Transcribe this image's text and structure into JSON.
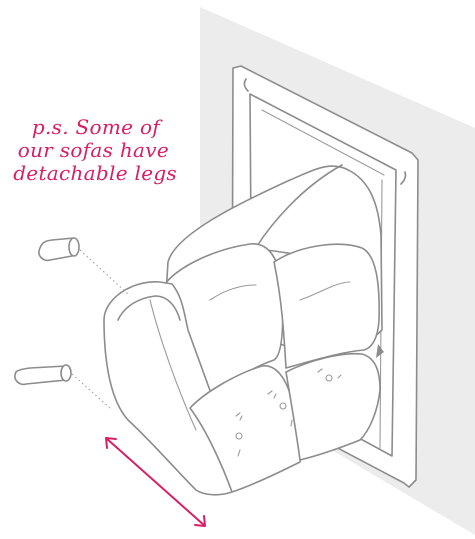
{
  "note": {
    "line1": "p.s. Some of",
    "line2": "our sofas have",
    "line3": "detachable legs"
  },
  "colors": {
    "note_ink": "#d81e64",
    "measure_arrow": "#d81e64",
    "wall": "#ececec",
    "line_art": "#8c8c8c"
  },
  "illustration": {
    "subject": "sofa-through-doorway",
    "legs": "detachable-leg-icons"
  }
}
